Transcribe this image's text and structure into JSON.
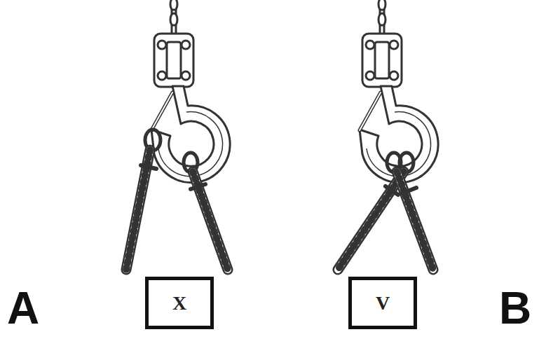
{
  "diagram": {
    "nodes": [
      {
        "text": [
          "X"
        ]
      },
      {
        "text": [
          "V"
        ]
      }
    ],
    "labels": [
      "A",
      "B"
    ]
  }
}
